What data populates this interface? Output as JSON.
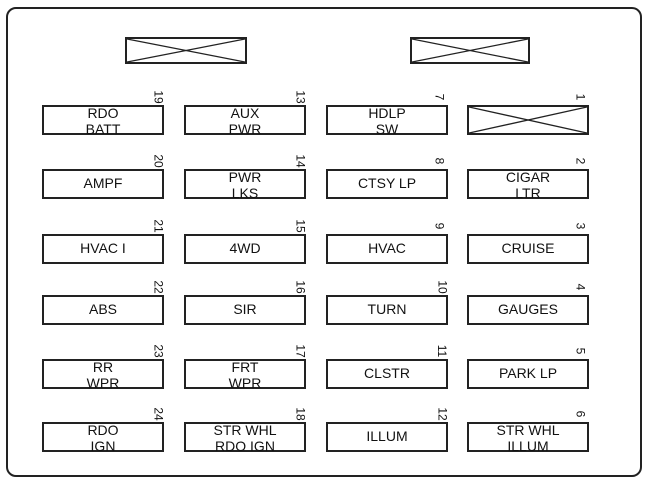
{
  "fuses": [
    {
      "number": "19",
      "lines": [
        "RDO",
        "BATT"
      ]
    },
    {
      "number": "13",
      "lines": [
        "AUX",
        "PWR"
      ]
    },
    {
      "number": "7",
      "lines": [
        "HDLP",
        "SW"
      ]
    },
    {
      "number": "1",
      "lines": [],
      "empty": true
    },
    {
      "number": "20",
      "lines": [
        "AMPF"
      ]
    },
    {
      "number": "14",
      "lines": [
        "PWR",
        "LKS"
      ]
    },
    {
      "number": "8",
      "lines": [
        "CTSY LP"
      ]
    },
    {
      "number": "2",
      "lines": [
        "CIGAR",
        "LTR"
      ]
    },
    {
      "number": "21",
      "lines": [
        "HVAC I"
      ]
    },
    {
      "number": "15",
      "lines": [
        "4WD"
      ]
    },
    {
      "number": "9",
      "lines": [
        "HVAC"
      ]
    },
    {
      "number": "3",
      "lines": [
        "CRUISE"
      ]
    },
    {
      "number": "22",
      "lines": [
        "ABS"
      ]
    },
    {
      "number": "16",
      "lines": [
        "SIR"
      ]
    },
    {
      "number": "10",
      "lines": [
        "TURN"
      ]
    },
    {
      "number": "4",
      "lines": [
        "GAUGES"
      ]
    },
    {
      "number": "23",
      "lines": [
        "RR",
        "WPR"
      ]
    },
    {
      "number": "17",
      "lines": [
        "FRT",
        "WPR"
      ]
    },
    {
      "number": "11",
      "lines": [
        "CLSTR"
      ]
    },
    {
      "number": "5",
      "lines": [
        "PARK LP"
      ]
    },
    {
      "number": "24",
      "lines": [
        "RDO",
        "IGN"
      ]
    },
    {
      "number": "18",
      "lines": [
        "STR WHL",
        "RDO IGN"
      ]
    },
    {
      "number": "12",
      "lines": [
        "ILLUM"
      ]
    },
    {
      "number": "6",
      "lines": [
        "STR WHL",
        "ILLUM"
      ]
    }
  ],
  "top_slots": [
    {
      "empty": true
    },
    {
      "empty": true
    }
  ]
}
